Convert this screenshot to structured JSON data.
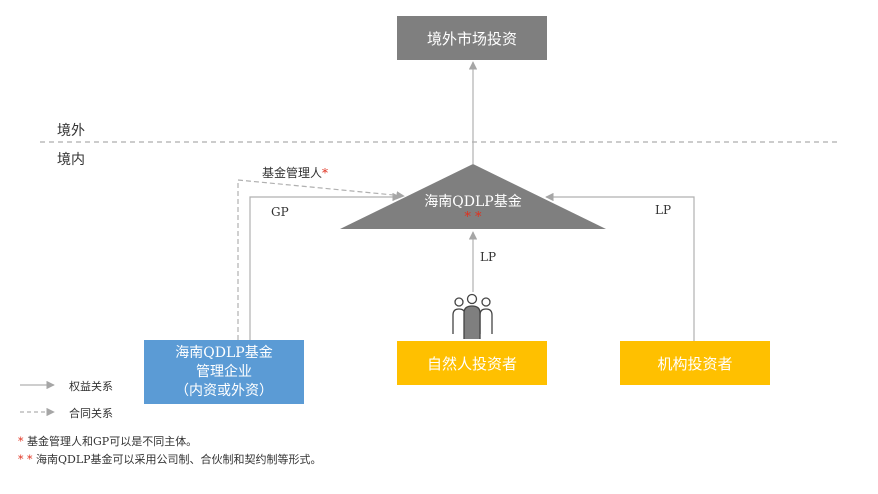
{
  "regions": {
    "overseas": "境外",
    "domestic": "境内"
  },
  "boxes": {
    "overseas_investment": "境外市场投资",
    "fund": "海南QDLP基金",
    "fund_stars": "* *",
    "manager_line1": "海南QDLP基金",
    "manager_line2": "管理企业",
    "manager_line3": "（内资或外资）",
    "natural_investor": "自然人投资者",
    "institutional_investor": "机构投资者"
  },
  "edge_labels": {
    "fund_manager": "基金管理人",
    "fund_manager_star": "*",
    "gp": "GP",
    "lp_right": "LP",
    "lp_center": "LP"
  },
  "legend": {
    "equity": "权益关系",
    "contract": "合同关系"
  },
  "notes": {
    "note1_mark": "*",
    "note1_text": "基金管理人和GP可以是不同主体。",
    "note2_mark": "* *",
    "note2_text": "海南QDLP基金可以采用公司制、合伙制和契约制等形式。"
  },
  "colors": {
    "grey_box": "#7f7f7f",
    "manager_box": "#5b9bd5",
    "investor_box": "#ffc000",
    "arrow": "#b0b0b0",
    "star": "#e0301e"
  },
  "icons": {
    "people": "people-group-icon"
  }
}
